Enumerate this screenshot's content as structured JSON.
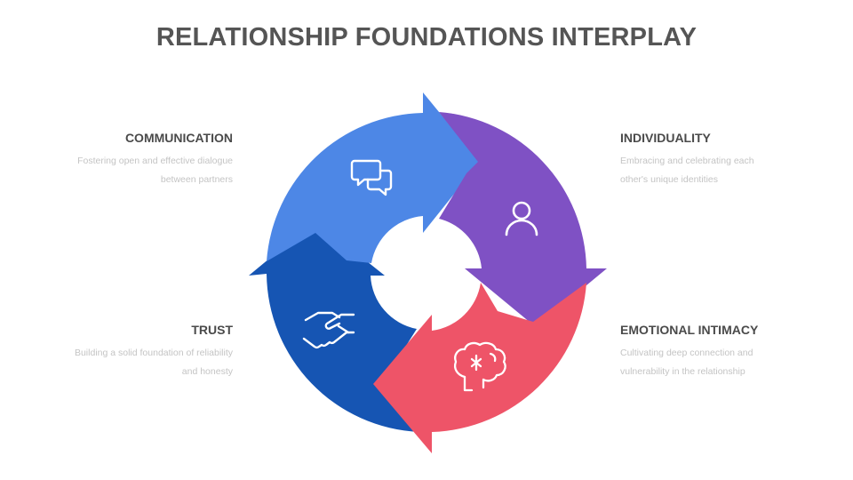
{
  "title": "RELATIONSHIP FOUNDATIONS INTERPLAY",
  "colors": {
    "communication": "#4d87e6",
    "individuality": "#7f51c4",
    "emotional_intimacy": "#ee5468",
    "trust": "#1655b3"
  },
  "segments": [
    {
      "key": "communication",
      "title": "COMMUNICATION",
      "desc_line1": "Fostering open and effective dialogue",
      "desc_line2": "between partners",
      "icon": "chat-bubbles-icon"
    },
    {
      "key": "individuality",
      "title": "INDIVIDUALITY",
      "desc_line1": "Embracing and celebrating each",
      "desc_line2": "other's unique identities",
      "icon": "person-icon"
    },
    {
      "key": "emotional_intimacy",
      "title": "EMOTIONAL INTIMACY",
      "desc_line1": "Cultivating deep connection and",
      "desc_line2": "vulnerability in the relationship",
      "icon": "brain-icon"
    },
    {
      "key": "trust",
      "title": "TRUST",
      "desc_line1": "Building a solid foundation of reliability",
      "desc_line2": "and honesty",
      "icon": "handshake-icon"
    }
  ]
}
